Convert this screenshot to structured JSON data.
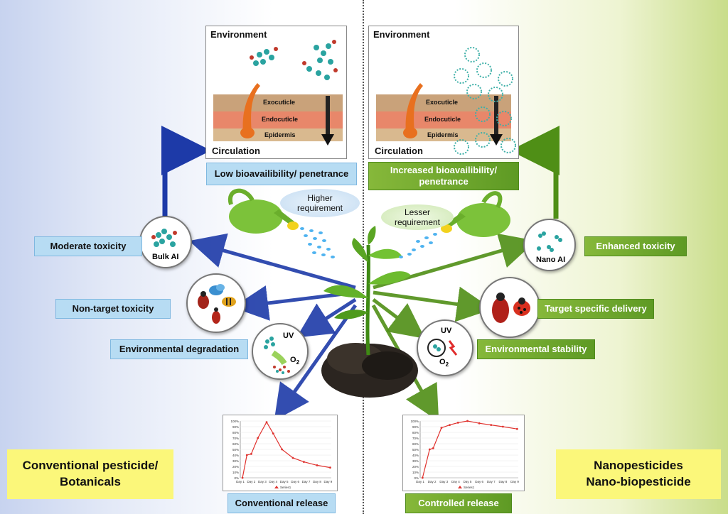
{
  "left": {
    "panel": {
      "env": "Environment",
      "circ": "Circulation",
      "exo": "Exocuticle",
      "endo": "Endocuticle",
      "epi": "Epidermis"
    },
    "bio_label": "Low bioavailibility/ penetrance",
    "requirement": [
      "Higher",
      "requirement"
    ],
    "labels": {
      "toxicity": "Moderate toxicity",
      "nontarget": "Non-target toxicity",
      "degradation": "Environmental degradation",
      "release": "Conventional release"
    },
    "bulk_ai": "Bulk AI",
    "uv": "UV",
    "o2": "O",
    "title": [
      "Conventional pesticide/",
      "Botanicals"
    ]
  },
  "right": {
    "panel": {
      "env": "Environment",
      "circ": "Circulation",
      "exo": "Exocuticle",
      "endo": "Endocuticle",
      "epi": "Epidermis"
    },
    "bio_label": [
      "Increased bioavailibility/",
      "penetrance"
    ],
    "requirement": [
      "Lesser",
      "requirement"
    ],
    "labels": {
      "toxicity": "Enhanced toxicity",
      "target": "Target specific delivery",
      "stability": "Environmental stability",
      "release": "Controlled release"
    },
    "nano_ai": "Nano AI",
    "uv": "UV",
    "o2": "O",
    "title": [
      "Nanopesticides",
      "Nano-biopesticide"
    ]
  },
  "chart_data": [
    {
      "type": "line",
      "categories": [
        "Day 1",
        "Day 2",
        "Day 3",
        "Day 4",
        "Day 5",
        "Day 6",
        "Day 7",
        "Day 8",
        "Day 9"
      ],
      "y_ticks": [
        "0%",
        "10%",
        "20%",
        "30%",
        "40%",
        "50%",
        "60%",
        "70%",
        "80%",
        "90%",
        "100%"
      ],
      "series": [
        {
          "name": "Series1",
          "values": [
            0,
            40,
            42,
            70,
            98,
            78,
            50,
            35,
            28,
            22,
            18
          ]
        }
      ],
      "x": [
        1.2,
        1.6,
        2.0,
        2.6,
        3.4,
        4.0,
        4.8,
        5.8,
        6.8,
        8.0,
        9.2
      ],
      "ylim": [
        0,
        100
      ],
      "color": "#e0322e"
    },
    {
      "type": "line",
      "categories": [
        "Day 1",
        "Day 2",
        "Day 3",
        "Day 4",
        "Day 5",
        "Day 6",
        "Day 7",
        "Day 8",
        "Day 9"
      ],
      "y_ticks": [
        "0%",
        "10%",
        "20%",
        "30%",
        "40%",
        "50%",
        "60%",
        "70%",
        "80%",
        "90%",
        "100%"
      ],
      "series": [
        {
          "name": "Series1",
          "values": [
            0,
            50,
            52,
            88,
            93,
            97,
            100,
            96,
            93,
            90,
            86
          ]
        }
      ],
      "x": [
        1.2,
        1.8,
        2.1,
        2.8,
        3.5,
        4.2,
        5.0,
        6.0,
        7.0,
        8.0,
        9.2
      ],
      "ylim": [
        0,
        100
      ],
      "color": "#e0322e"
    }
  ],
  "colors": {
    "blue_arrow": "#1f3fb0",
    "green_arrow": "#5a9a1a",
    "label_blue": "#b7dcf3",
    "label_green": "#6aa82c",
    "title_yellow": "#fbf77a"
  }
}
